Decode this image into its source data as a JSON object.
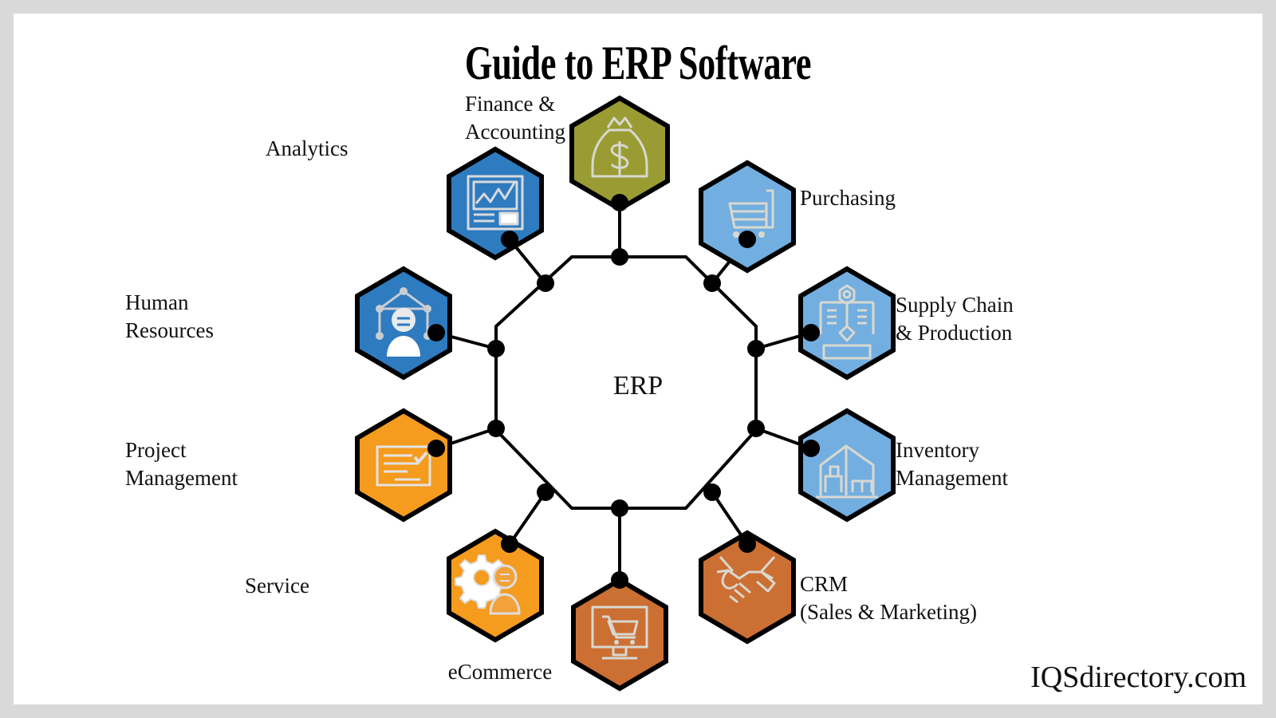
{
  "page": {
    "title": "Guide to ERP Software",
    "watermark": "IQSdirectory.com",
    "frame_color": "#d9d9d9",
    "canvas_color": "#ffffff"
  },
  "center": {
    "label": "ERP",
    "shape": "dodecagon",
    "outline_color": "#000000",
    "vertex_dot_color": "#000000",
    "vertex_count": 12
  },
  "chart_data": {
    "type": "diagram",
    "title": "Guide to ERP Software",
    "center": "ERP",
    "layout": "hub-and-spoke dodecagon with 11 hexagon modules",
    "categories": [
      "Finance & Accounting",
      "Purchasing",
      "Supply Chain & Production",
      "Inventory Management",
      "CRM (Sales & Marketing)",
      "eCommerce",
      "Service",
      "Project Management",
      "Human Resources",
      "Analytics"
    ]
  },
  "nodes": [
    {
      "id": "finance",
      "label": "Finance &\nAccounting",
      "icon": "money-bag-icon",
      "color": "#9a9c33",
      "label_align": "left"
    },
    {
      "id": "purchasing",
      "label": "Purchasing",
      "icon": "shopping-cart-icon",
      "color": "#72aee0",
      "label_align": "left"
    },
    {
      "id": "supply-chain",
      "label": "Supply Chain\n& Production",
      "icon": "supply-chain-icon",
      "color": "#72aee0",
      "label_align": "left"
    },
    {
      "id": "inventory",
      "label": "Inventory\nManagement",
      "icon": "warehouse-icon",
      "color": "#72aee0",
      "label_align": "left"
    },
    {
      "id": "crm",
      "label": "CRM\n(Sales & Marketing)",
      "icon": "handshake-icon",
      "color": "#cc6f33",
      "label_align": "left"
    },
    {
      "id": "ecommerce",
      "label": "eCommerce",
      "icon": "monitor-cart-icon",
      "color": "#cc6f33",
      "label_align": "center"
    },
    {
      "id": "service",
      "label": "Service",
      "icon": "gear-person-icon",
      "color": "#f59b1e",
      "label_align": "right"
    },
    {
      "id": "project-management",
      "label": "Project\nManagement",
      "icon": "checklist-icon",
      "color": "#f59b1e",
      "label_align": "right"
    },
    {
      "id": "human-resources",
      "label": "Human\nResources",
      "icon": "person-network-icon",
      "color": "#2e7bbf",
      "label_align": "right"
    },
    {
      "id": "analytics",
      "label": "Analytics",
      "icon": "dashboard-chart-icon",
      "color": "#2e7bbf",
      "label_align": "right"
    }
  ]
}
